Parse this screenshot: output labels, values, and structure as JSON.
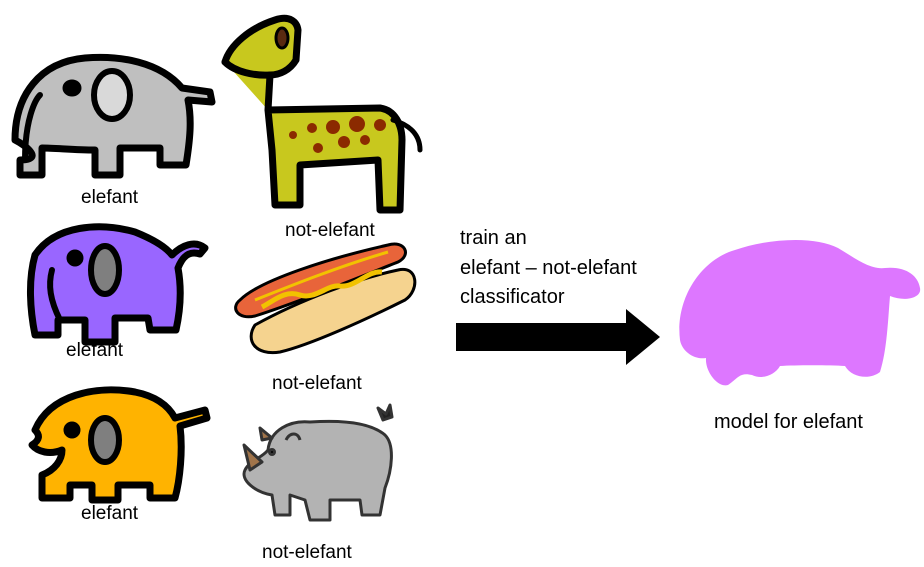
{
  "examples": {
    "elefants": [
      {
        "label": "elefant",
        "color": "#bfbfbf",
        "eye_color": "#d9d9d9"
      },
      {
        "label": "elefant",
        "color": "#9966ff",
        "eye_color": "#7f7f7f"
      },
      {
        "label": "elefant",
        "color": "#ffb300",
        "eye_color": "#7f7f7f"
      }
    ],
    "non_elefants": [
      {
        "label": "not-elefant",
        "icon": "giraffe-icon",
        "color": "#c8c81e"
      },
      {
        "label": "not-elefant",
        "icon": "hotdog-icon",
        "color": "#f5d38f"
      },
      {
        "label": "not-elefant",
        "icon": "rhino-icon",
        "color": "#b3b3b3"
      }
    ]
  },
  "process": {
    "caption_lines": [
      "train an",
      "elefant – not-elefant",
      "classificator"
    ],
    "arrow_color": "#000000"
  },
  "result": {
    "label": "model for elefant",
    "shape_color": "#dd77ff"
  }
}
